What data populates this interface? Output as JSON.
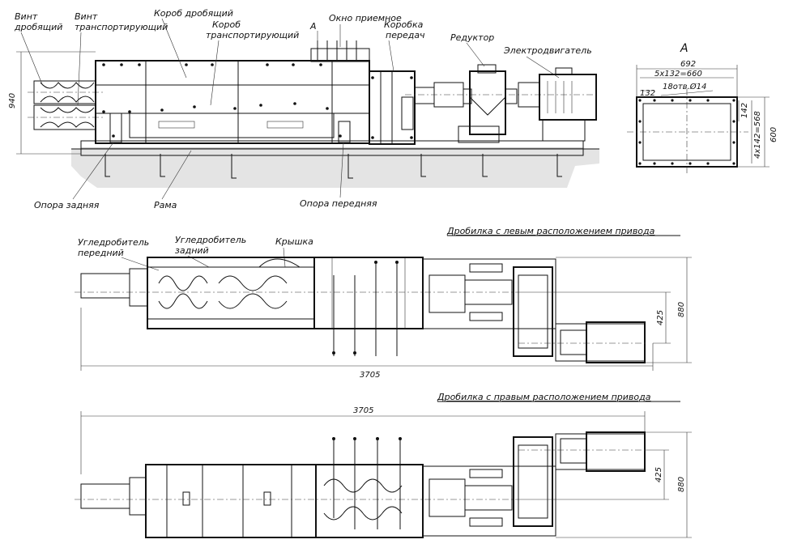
{
  "labels": {
    "screw_crushing": [
      "Винт",
      "дробящий"
    ],
    "screw_transport": [
      "Винт",
      "транспортирующий"
    ],
    "box_crushing": "Короб дробящий",
    "box_transport": [
      "Короб",
      "транспортирующий"
    ],
    "view_a_arrow": "А",
    "receiving_window": "Окно приемное",
    "gearbox": [
      "Коробка",
      "передач"
    ],
    "reducer": "Редуктор",
    "motor": "Электродвигатель",
    "support_rear": "Опора задняя",
    "frame": "Рама",
    "support_front": "Опора передняя",
    "coal_crusher_front": [
      "Угледробитель",
      "передний"
    ],
    "coal_crusher_rear": [
      "Угледробитель",
      "задний"
    ],
    "cover": "Крышка"
  },
  "dimensions": {
    "height_940": "940",
    "view_a_title": "А",
    "view_a_width": "692",
    "view_a_pitch": "5x132=660",
    "view_a_holes": "18отв.Ø14",
    "view_a_132": "132",
    "view_a_142": "142",
    "view_a_vert": "4x142=568",
    "view_a_height": "600",
    "len_left": "3705",
    "len_right": "3705",
    "offset_left": "425",
    "width_left": "880",
    "offset_right": "425",
    "width_right": "880"
  },
  "titles": {
    "left_drive": "Дробилка с левым расположением привода",
    "right_drive": "Дробилка с правым расположением привода"
  }
}
